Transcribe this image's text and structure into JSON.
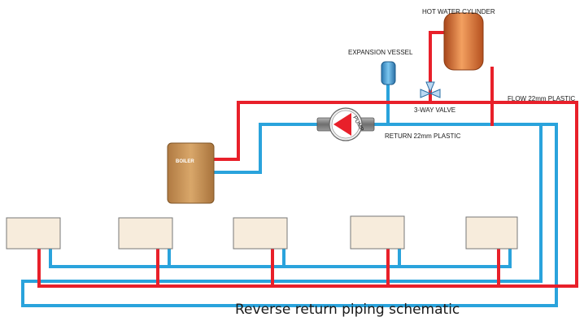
{
  "diagram": {
    "caption": "Reverse return piping schematic",
    "labels": {
      "hot_water_cylinder": "HOT WATER CYLINDER",
      "expansion_vessel": "EXPANSION VESSEL",
      "three_way_valve": "3-WAY VALVE",
      "flow_pipe": "FLOW 22mm PLASTIC",
      "return_pipe": "RETURN 22mm PLASTIC",
      "pump": "PUMP",
      "boiler": "BOILER"
    },
    "radiator_count": 5,
    "colors": {
      "flow": "#e8202a",
      "return": "#2aa3dc",
      "boiler": "#c8955a",
      "cylinder": "#d06a28",
      "radiator_fill": "#f7ecdc",
      "pump_red": "#e8202a",
      "pump_body": "#8a8a8a"
    }
  }
}
